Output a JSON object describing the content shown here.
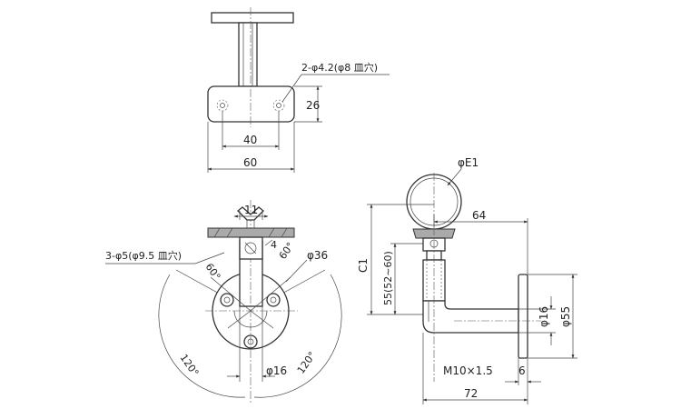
{
  "labels": {
    "holes_top": "2-φ4.2(φ8 皿穴)",
    "dim_26": "26",
    "dim_40": "40",
    "dim_60": "60",
    "dim_11": "11",
    "holes_base": "3-φ5(φ9.5 皿穴)",
    "ang_60_left": "60°",
    "ang_60_right": "60°",
    "dim_4": "4",
    "dia_36": "φ36",
    "ang_120_left": "120°",
    "ang_120_right": "120°",
    "dia_16_front": "φ16",
    "dia_e1": "φE1",
    "dim_64": "64",
    "dim_c1": "C1",
    "dim_55_range": "55(52∼60)",
    "dia_16_side": "φ16",
    "dia_55": "φ55",
    "thread": "M10×1.5",
    "dim_6": "6",
    "dim_72": "72"
  }
}
